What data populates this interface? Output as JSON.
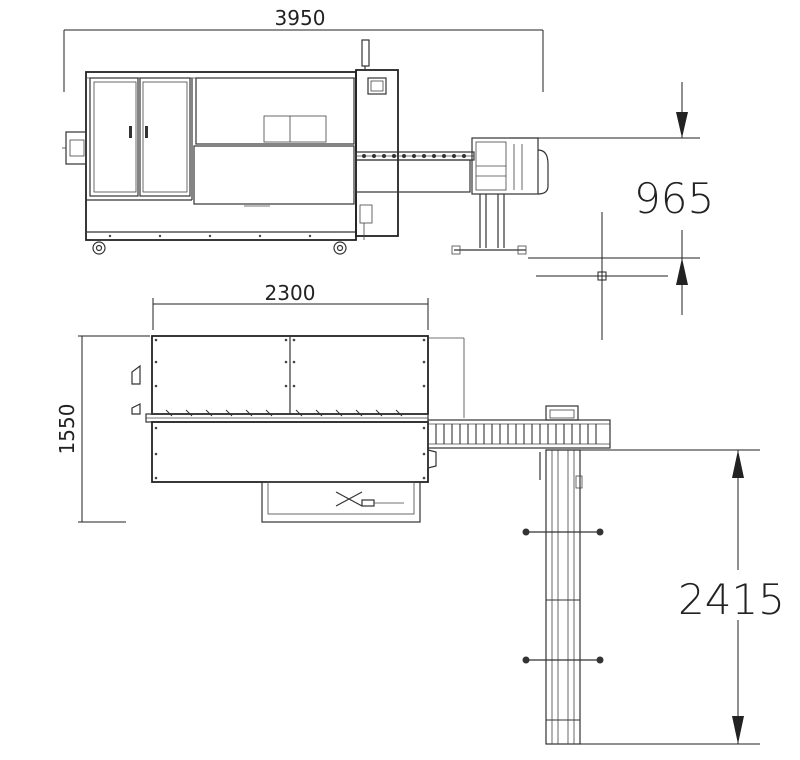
{
  "dimensions": {
    "overall_length": "3950",
    "height_965": "965",
    "top_width": "2300",
    "depth": "1550",
    "conveyor_length": "2415"
  }
}
